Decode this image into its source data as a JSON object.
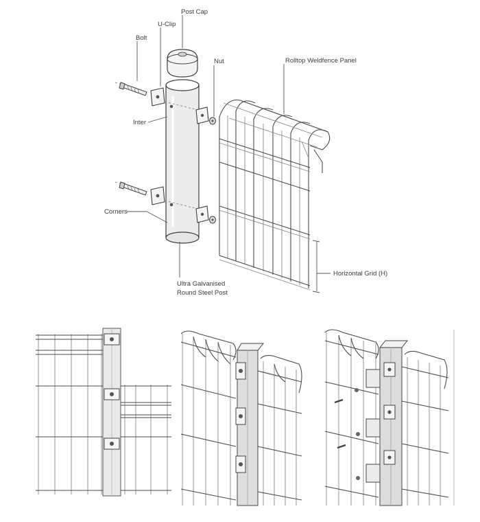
{
  "diagram": {
    "labels": {
      "post_cap": "Post Cap",
      "u_clip": "U-Clip",
      "bolt": "Bolt",
      "nut": "Nut",
      "panel": "Rolltop Weldfence Panel",
      "inter": "Inter",
      "corners": "Corners",
      "horizontal_grid": "Horizontal Grid (H)",
      "post_line1": "Ultra Galvanised",
      "post_line2": "Round Steel Post"
    }
  },
  "photos": [
    {
      "name": "panel-joint-front-view"
    },
    {
      "name": "post-with-rolltop-panels-perspective"
    },
    {
      "name": "post-with-clips-and-bolts-perspective"
    }
  ]
}
